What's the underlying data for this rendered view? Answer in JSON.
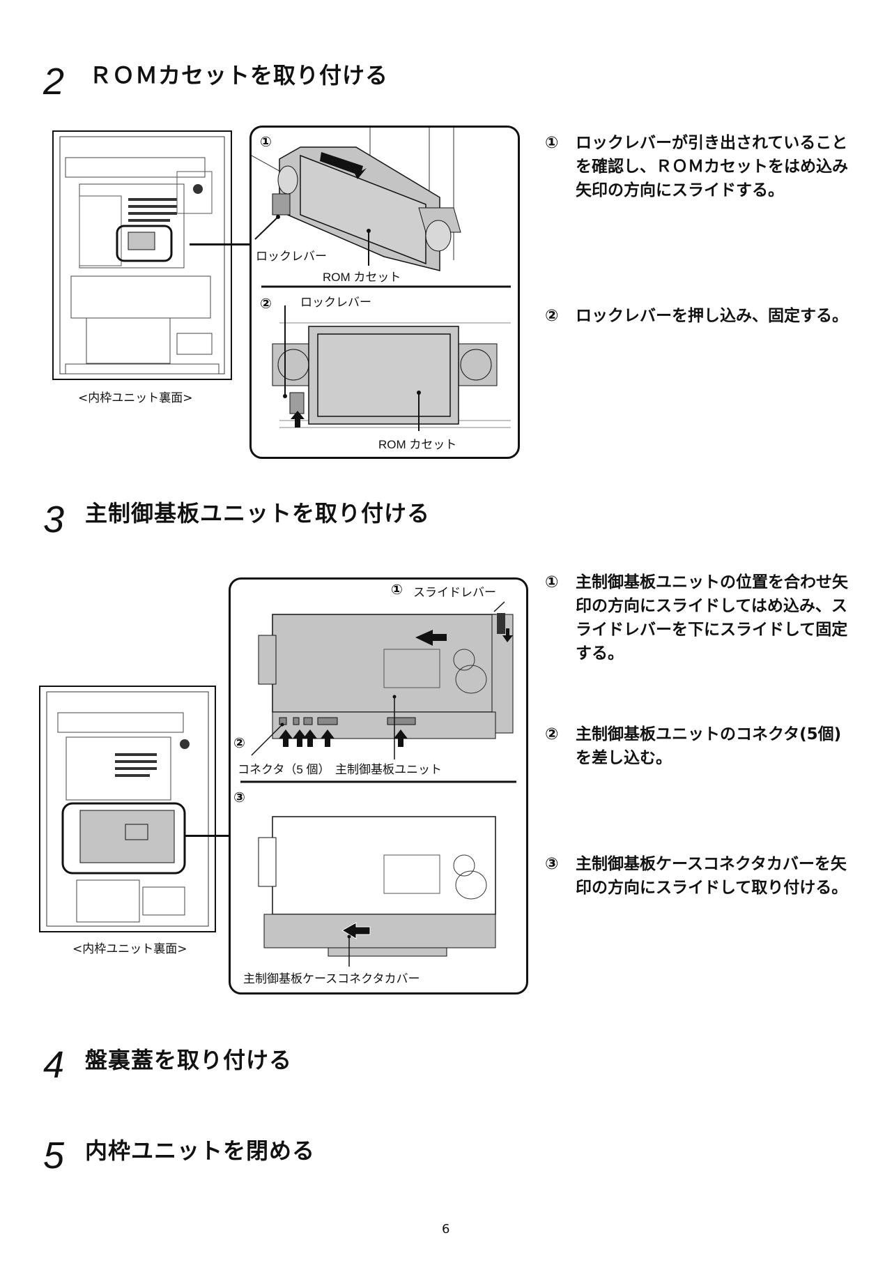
{
  "steps": [
    {
      "number": "2",
      "title": "ＲＯＭカセットを取り付ける"
    },
    {
      "number": "3",
      "title": "主制御基板ユニットを取り付ける"
    },
    {
      "number": "4",
      "title": "盤裏蓋を取り付ける"
    },
    {
      "number": "5",
      "title": "内枠ユニットを閉める"
    }
  ],
  "step2": {
    "overview_caption": "<内枠ユニット裏面>",
    "panel": {
      "sub1_mark": "①",
      "sub2_mark": "②",
      "label_lock_lever_1": "ロックレバー",
      "label_rom_cassette_1": "ROM カセット",
      "label_lock_lever_2": "ロックレバー",
      "label_rom_cassette_2": "ROM カセット"
    },
    "instructions": [
      {
        "mark": "①",
        "text": "ロックレバーが引き出されていることを確認し、ＲＯＭカセットをはめ込み矢印の方向にスライドする。"
      },
      {
        "mark": "②",
        "text": "ロックレバーを押し込み、固定する。"
      }
    ]
  },
  "step3": {
    "overview_caption": "<内枠ユニット裏面>",
    "panel": {
      "sub1_mark": "①",
      "label_slide_lever": "スライドレバー",
      "sub2_mark": "②",
      "label_connectors": "コネクタ（5 個）",
      "label_main_board_unit": "主制御基板ユニット",
      "sub3_mark": "③",
      "label_connector_cover": "主制御基板ケースコネクタカバー"
    },
    "instructions": [
      {
        "mark": "①",
        "text": "主制御基板ユニットの位置を合わせ矢印の方向にスライドしてはめ込み、スライドレバーを下にスライドして固定する。"
      },
      {
        "mark": "②",
        "text": "主制御基板ユニットのコネクタ(5個)を差し込む。"
      },
      {
        "mark": "③",
        "text": "主制御基板ケースコネクタカバーを矢印の方向にスライドして取り付ける。"
      }
    ]
  },
  "page_number": "6",
  "colors": {
    "part_gray": "#c4c4c4",
    "line": "#111111"
  }
}
